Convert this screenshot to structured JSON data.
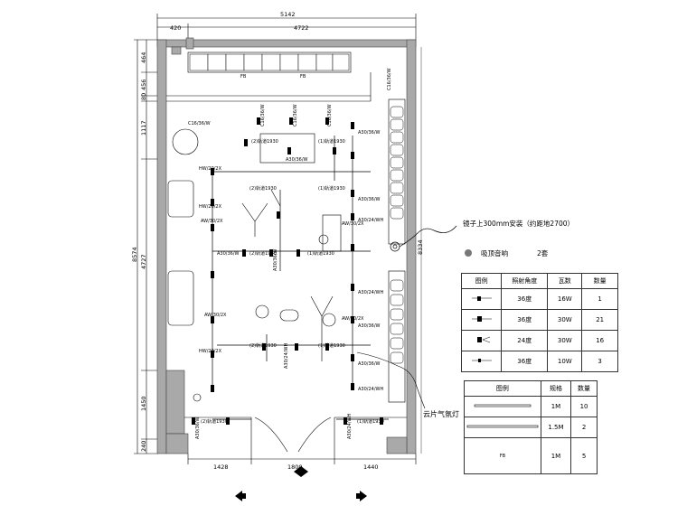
{
  "dimensions": {
    "top_total": "5142",
    "top_left": "420",
    "top_right": "4722",
    "left_total": "8574",
    "left_segments": [
      "464",
      "456",
      "80",
      "1117",
      "4727",
      "1450",
      "240"
    ],
    "bottom": [
      "1428",
      "1800",
      "1440"
    ],
    "right": "8334"
  },
  "room_labels": {
    "fb": "FB",
    "track": "(2)轨道1930",
    "track_b": "(1)轨道1930",
    "track_c": "(1)轨道1930"
  },
  "fixture_codes": [
    "A30/36/W",
    "A30/24/WH",
    "HW/20/2X",
    "C16/36/W",
    "AW/30/2X"
  ],
  "notes": {
    "mirror_note": "镜子上300mm安装（约距地2700）",
    "speaker_label": "吸顶音响",
    "speaker_qty": "2套",
    "cloud_light": "云片气氛灯"
  },
  "table1": {
    "headers": [
      "图例",
      "照射角度",
      "瓦数",
      "数量"
    ],
    "rows": [
      {
        "icon": "spot-16w",
        "angle": "36度",
        "watt": "16W",
        "qty": "1"
      },
      {
        "icon": "spot-30w",
        "angle": "36度",
        "watt": "30W",
        "qty": "21"
      },
      {
        "icon": "spot-24deg",
        "angle": "24度",
        "watt": "30W",
        "qty": "16"
      },
      {
        "icon": "spot-10w",
        "angle": "36度",
        "watt": "10W",
        "qty": "3"
      }
    ]
  },
  "table2": {
    "headers": [
      "图例",
      "规格",
      "数量"
    ],
    "rows": [
      {
        "icon": "linear-1m",
        "spec": "1M",
        "qty": "10"
      },
      {
        "icon": "linear-1_5m",
        "spec": "1.5M",
        "qty": "2"
      },
      {
        "icon": "fb-tag",
        "icon_text": "FB",
        "spec": "1M",
        "qty": "5"
      }
    ]
  },
  "colors": {
    "wall": "#a9a9a9",
    "line": "#000000",
    "accent": "#333333"
  }
}
